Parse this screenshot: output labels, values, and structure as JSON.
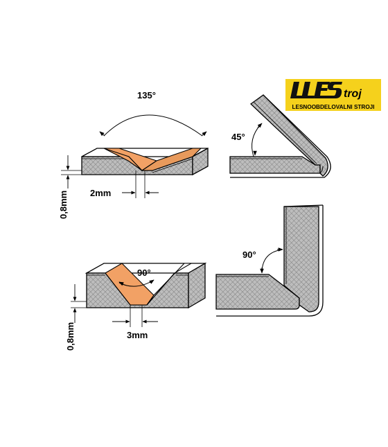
{
  "logo": {
    "wordmark": "LESstroj",
    "tagline": "LESNOOBDELOVALNI STROJI",
    "colors": {
      "yellow": "#f5d11c",
      "black": "#111111",
      "red": "#e0201b"
    }
  },
  "colors": {
    "cut_face": "#f2a165",
    "cut_face_dark": "#e08a48",
    "panel_fill": "#bfbfbf",
    "outline": "#000000",
    "background": "#ffffff"
  },
  "top_left": {
    "angle_label": "135°",
    "width_label": "2mm",
    "thickness_label": "0,8mm"
  },
  "top_right": {
    "angle_label": "45°"
  },
  "bottom_left": {
    "angle_label": "90°",
    "width_label": "3mm",
    "thickness_label": "0,8mm"
  },
  "bottom_right": {
    "angle_label": "90°"
  }
}
